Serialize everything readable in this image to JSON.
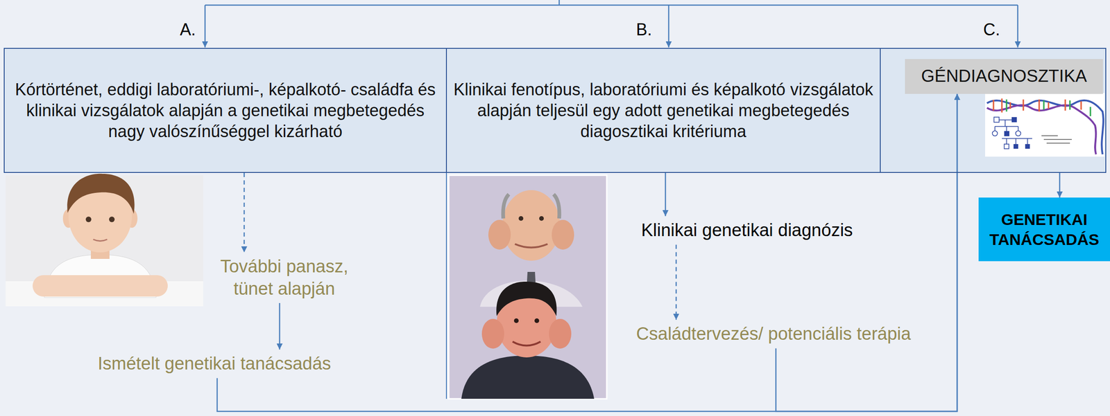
{
  "diagram": {
    "nodes": [
      {
        "text": [
          "A.",
          "Kórtörténet, eddigi laboratóriumi-, képalkotó- családfa és klinikai vizsgálatok alapján a genetikai megbetegedés nagy valószínűséggel kizárható"
        ]
      },
      {
        "text": [
          "B.",
          "Klinikai fenotípus, laboratóriumi és képalkotó vizsgálatok alapján teljesül egy adott genetikai megbetegedés diagosztikai kritériuma"
        ]
      },
      {
        "text": [
          "C."
        ]
      },
      {
        "text": [
          "GÉNDIAGNOSZTIKA"
        ],
        "in": 2
      },
      {
        "text": [
          "GENETIKAI TANÁCSADÁS"
        ]
      },
      {
        "text": [
          "További panasz, tünet alapján"
        ]
      },
      {
        "text": [
          "Ismételt genetikai tanácsadás"
        ]
      },
      {
        "text": [
          "Klinikai genetikai diagnózis"
        ]
      },
      {
        "text": [
          "Családtervezés/ potenciális terápia"
        ]
      }
    ],
    "edges": [
      {
        "from": 0,
        "to": 5,
        "arrow": "to"
      },
      {
        "from": 5,
        "to": 6,
        "arrow": "to"
      },
      {
        "from": 6,
        "to": 3,
        "arrow": "to"
      },
      {
        "from": 8,
        "to": 3,
        "arrow": "to"
      },
      {
        "from": 1,
        "to": 7,
        "arrow": "to"
      },
      {
        "from": 7,
        "to": 8,
        "arrow": "to"
      },
      {
        "from": 2,
        "to": 4,
        "arrow": "to"
      }
    ]
  }
}
